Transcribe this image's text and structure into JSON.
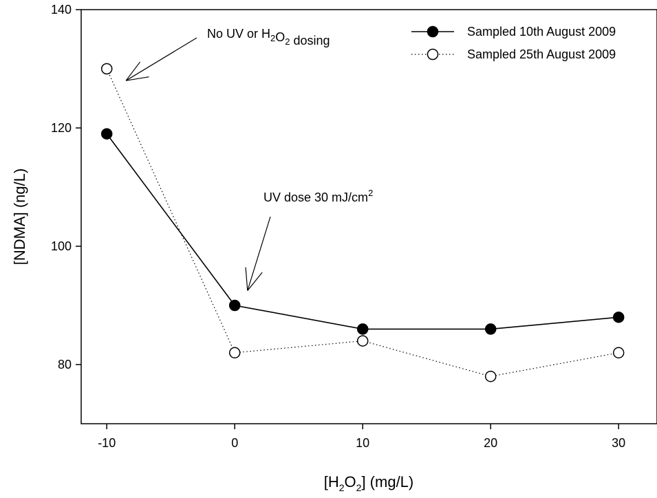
{
  "chart_data": {
    "type": "line",
    "xlabel": {
      "pre": "[H",
      "sub1": "2",
      "mid": "O",
      "sub2": "2",
      "post": "] (mg/L)"
    },
    "ylabel": "[NDMA] (ng/L)",
    "xlim": [
      -12,
      33
    ],
    "ylim": [
      70,
      140
    ],
    "x_ticks": [
      -10,
      0,
      10,
      20,
      30
    ],
    "y_ticks": [
      80,
      100,
      120,
      140
    ],
    "legend_position": "top-right",
    "grid": false,
    "series": [
      {
        "name": "Sampled 10th August 2009",
        "style": "solid",
        "marker": "filled-circle",
        "color": "#000000",
        "x": [
          -10,
          0,
          10,
          20,
          30
        ],
        "y": [
          119,
          90,
          86,
          86,
          88
        ]
      },
      {
        "name": "Sampled 25th August 2009",
        "style": "dotted",
        "marker": "open-circle",
        "color": "#000000",
        "x": [
          -10,
          0,
          10,
          20,
          30
        ],
        "y": [
          130,
          82,
          84,
          78,
          82
        ]
      }
    ],
    "annotations": [
      {
        "id": "annot-no-uv",
        "parts": [
          {
            "text": "No UV or H",
            "style": "normal"
          },
          {
            "text": "2",
            "style": "sub"
          },
          {
            "text": "O",
            "style": "normal"
          },
          {
            "text": "2",
            "style": "sub"
          },
          {
            "text": " dosing",
            "style": "normal"
          }
        ],
        "target": {
          "x": -8.5,
          "y": 128
        }
      },
      {
        "id": "annot-uv-dose",
        "parts": [
          {
            "text": "UV dose 30 mJ/cm",
            "style": "normal"
          },
          {
            "text": "2",
            "style": "sup"
          }
        ],
        "target": {
          "x": 1.0,
          "y": 92.5
        }
      }
    ]
  }
}
